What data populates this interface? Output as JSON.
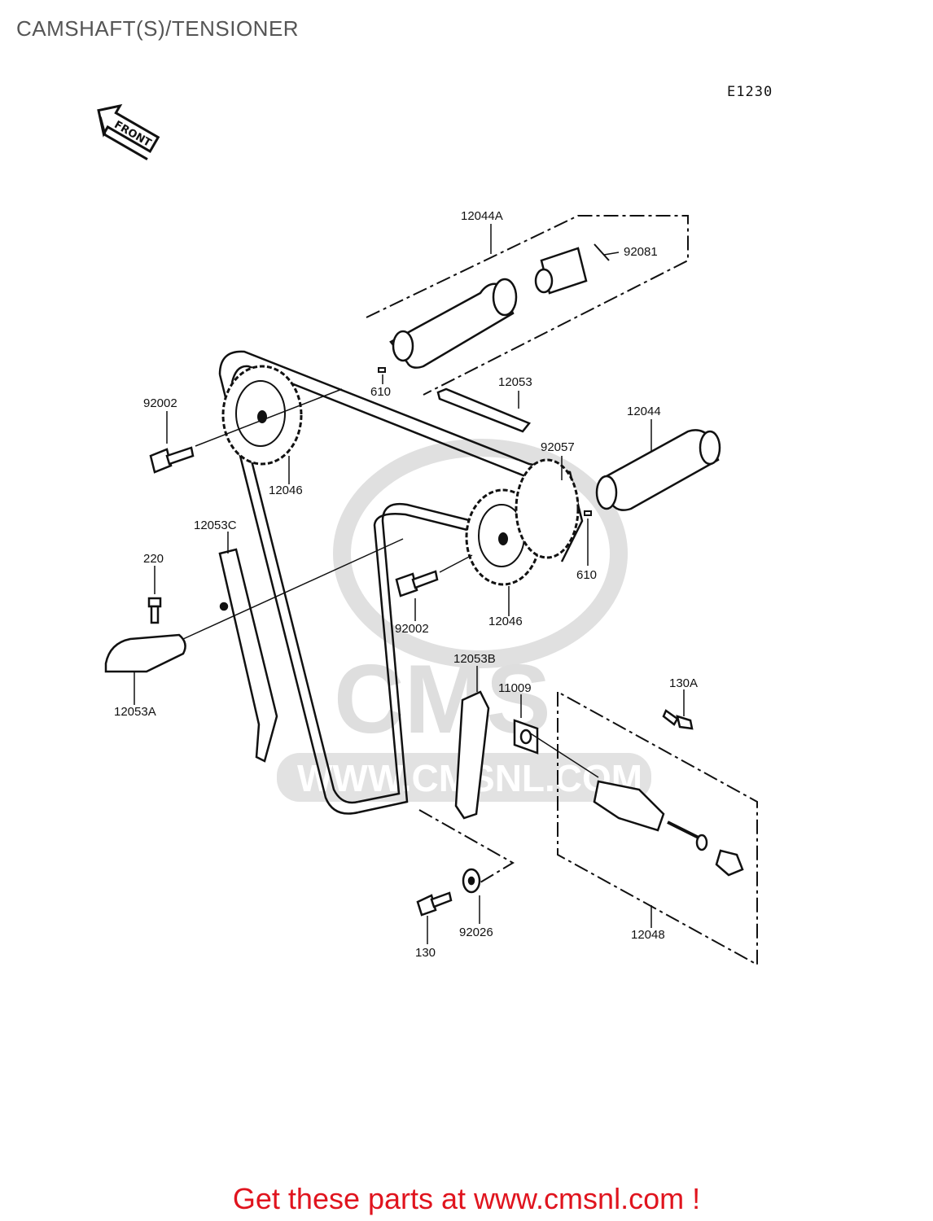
{
  "page": {
    "title": "CAMSHAFT(S)/TENSIONER",
    "diagram_code": "E1230",
    "front_marker": "FRONT",
    "promo_text": "Get these parts at www.cmsnl.com !"
  },
  "watermark": {
    "brand": "CMS",
    "url": "WWW.CMSNL.COM"
  },
  "colors": {
    "title": "#555555",
    "promo": "#e0141e",
    "line": "#111111",
    "watermark": "#d9d9d9"
  },
  "labels": {
    "12044A": "12044A",
    "92081": "92081",
    "610a": "610",
    "12053": "12053",
    "92002a": "92002",
    "12044": "12044",
    "92057": "92057",
    "12046a": "12046",
    "12053C": "12053C",
    "610b": "610",
    "220": "220",
    "92002b": "92002",
    "12046b": "12046",
    "12053A": "12053A",
    "12053B": "12053B",
    "11009": "11009",
    "130A": "130A",
    "130": "130",
    "92026": "92026",
    "12048": "12048"
  }
}
